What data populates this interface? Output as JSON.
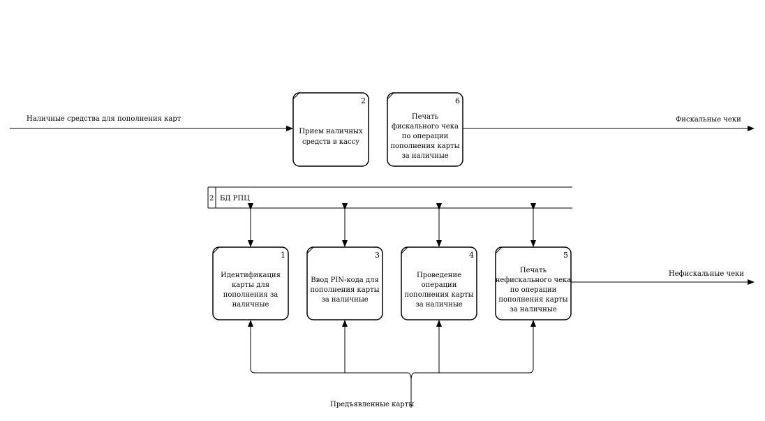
{
  "external_flows": {
    "cash_in": "Наличные средства для пополнения карт",
    "fiscal_out": "Фискальные чеки",
    "nonfiscal_out": "Нефискальные чеки",
    "cards_in": "Предъявленные карты"
  },
  "datastore": {
    "id": "2",
    "name": "БД РПЦ"
  },
  "processes": [
    {
      "id": "2",
      "lines": [
        "Прием наличных",
        "средств в кассу"
      ]
    },
    {
      "id": "6",
      "lines": [
        "Печать",
        "фискального чека",
        "по операции",
        "пополнения карты",
        "за наличные"
      ]
    },
    {
      "id": "1",
      "lines": [
        "Идентификация",
        "карты для",
        "пополнения за",
        "наличные"
      ]
    },
    {
      "id": "3",
      "lines": [
        "Ввод PIN-кода для",
        "пополнения карты",
        "за наличные"
      ]
    },
    {
      "id": "4",
      "lines": [
        "Проведение",
        "операции",
        "пополнения карты",
        "за наличные"
      ]
    },
    {
      "id": "5",
      "lines": [
        "Печать",
        "нефискального чека",
        "по операции",
        "пополнения карты",
        "за наличные"
      ]
    }
  ]
}
